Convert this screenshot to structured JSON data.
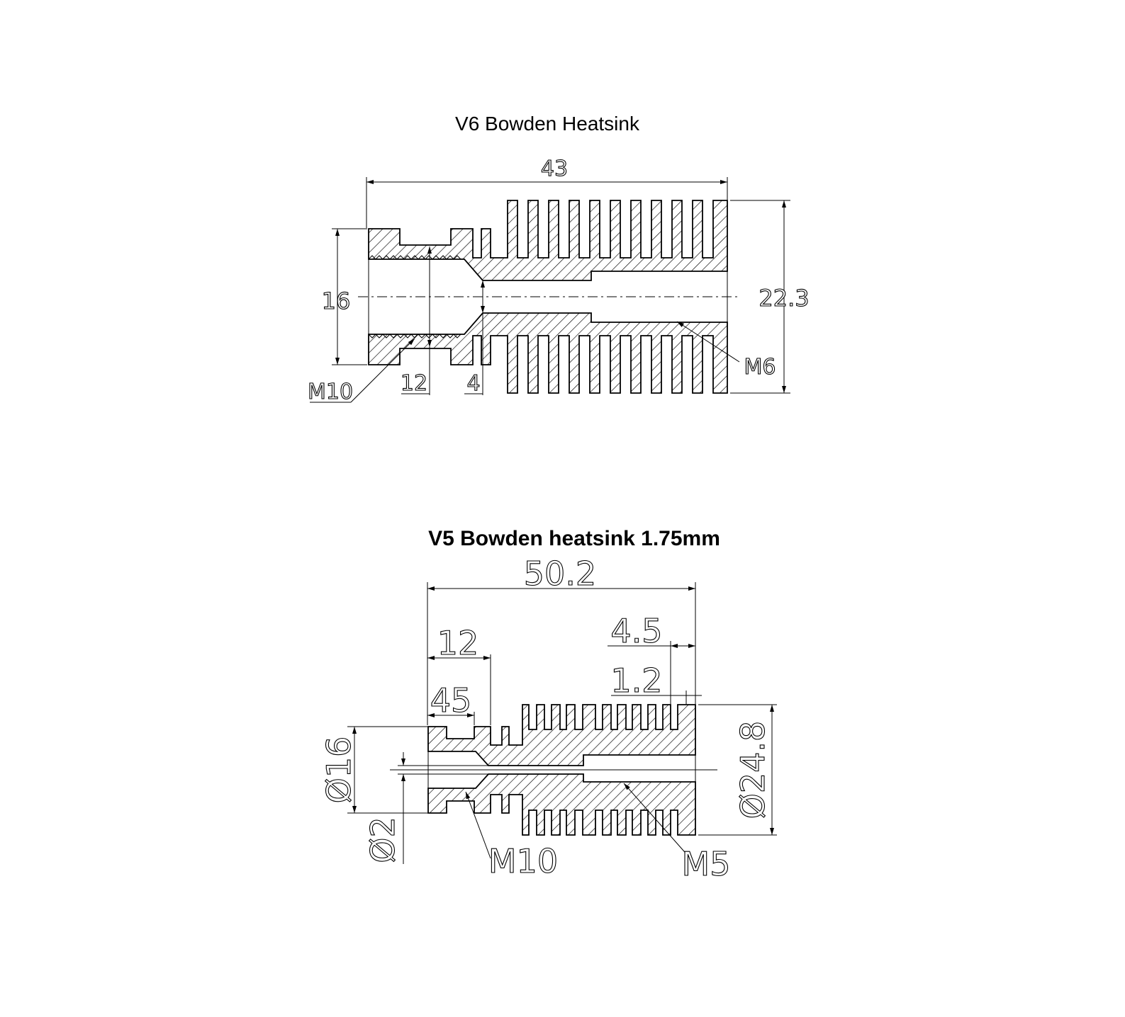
{
  "v6": {
    "title": "V6 Bowden Heatsink",
    "dims": {
      "length": "43",
      "outer_diameter": "22.3",
      "neck_diameter": "16",
      "thread_length": "12",
      "bore": "4",
      "thread_inlet": "M10",
      "thread_outlet": "M6"
    }
  },
  "v5": {
    "title": "V5 Bowden heatsink 1.75mm",
    "dims": {
      "length": "50.2",
      "thread_length": "12",
      "groove_offset": "45",
      "fin_pitch": "4.5",
      "fin_gap": "1.2",
      "neck_diameter": "Ø16",
      "bore_diameter": "Ø2",
      "outer_diameter": "Ø24.8",
      "thread_inlet": "M10",
      "thread_outlet": "M5"
    }
  }
}
